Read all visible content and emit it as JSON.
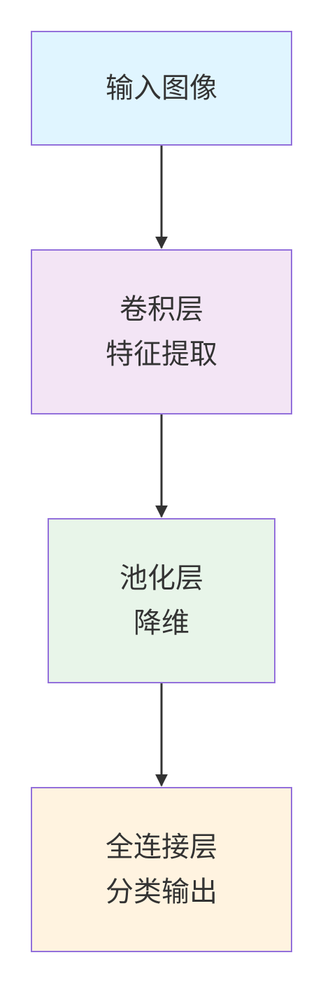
{
  "nodes": [
    {
      "id": "input",
      "lines": [
        "输入图像"
      ],
      "fill": "#e0f5ff"
    },
    {
      "id": "conv",
      "lines": [
        "卷积层",
        "特征提取"
      ],
      "fill": "#f3e5f5"
    },
    {
      "id": "pool",
      "lines": [
        "池化层",
        "降维"
      ],
      "fill": "#e8f5e9"
    },
    {
      "id": "fc",
      "lines": [
        "全连接层",
        "分类输出"
      ],
      "fill": "#fff3e0"
    }
  ],
  "edges": [
    {
      "from": "input",
      "to": "conv"
    },
    {
      "from": "conv",
      "to": "pool"
    },
    {
      "from": "pool",
      "to": "fc"
    }
  ],
  "colors": {
    "node_border": "#9370db",
    "edge": "#333333",
    "text": "#333333"
  }
}
